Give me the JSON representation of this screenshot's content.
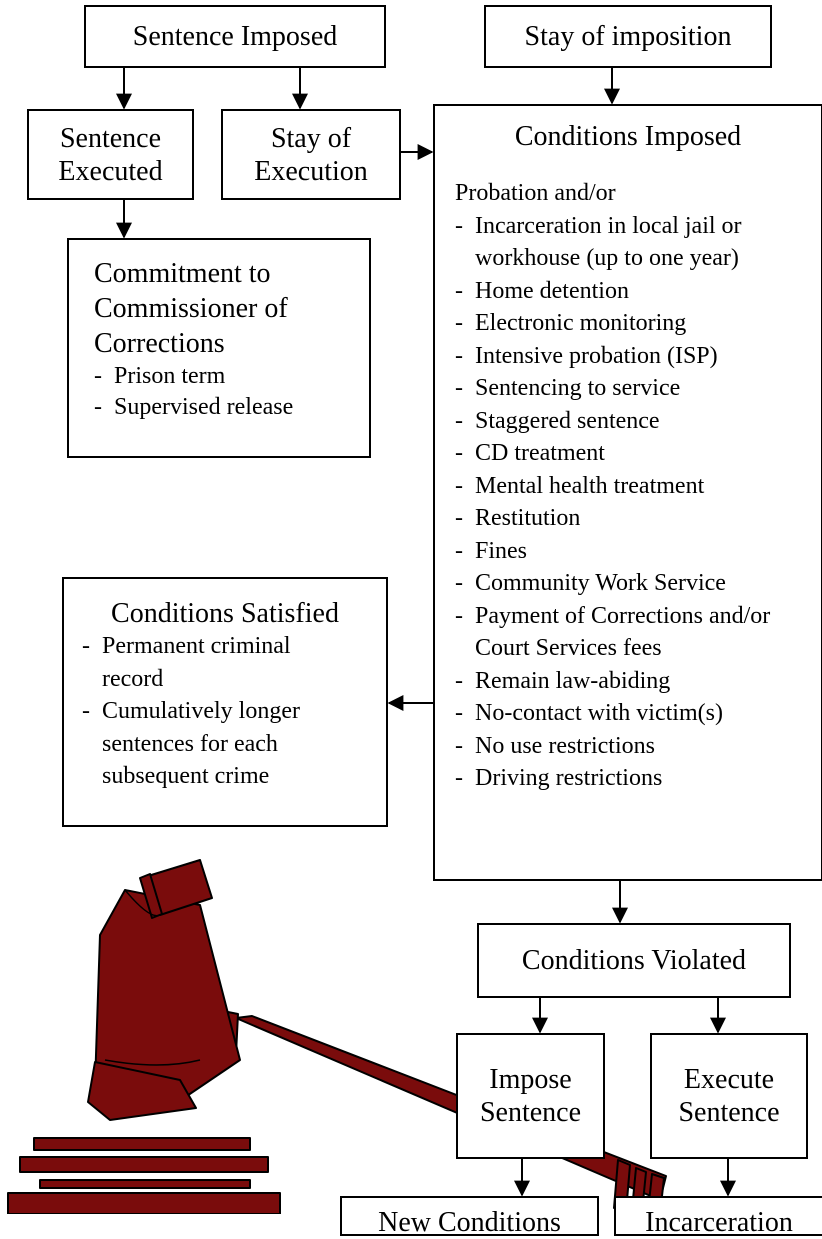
{
  "nodes": {
    "sentence_imposed": "Sentence Imposed",
    "stay_of_imposition": "Stay of imposition",
    "sentence_executed": [
      "Sentence",
      "Executed"
    ],
    "stay_of_execution": [
      "Stay of",
      "Execution"
    ],
    "commitment": {
      "title": [
        "Commitment to",
        "Commissioner of",
        "Corrections"
      ],
      "items": [
        "Prison term",
        "Supervised release"
      ]
    },
    "conditions_imposed": {
      "title": "Conditions Imposed",
      "intro": "Probation and/or",
      "items": [
        "Incarceration in local jail or workhouse (up to one year)",
        "Home detention",
        "Electronic monitoring",
        "Intensive probation (ISP)",
        "Sentencing to service",
        "Staggered sentence",
        "CD treatment",
        "Mental health treatment",
        "Restitution",
        "Fines",
        "Community Work Service",
        "Payment of Corrections and/or Court Services fees",
        "Remain law-abiding",
        "No-contact with victim(s)",
        "No use restrictions",
        "Driving restrictions"
      ]
    },
    "conditions_satisfied": {
      "title": "Conditions Satisfied",
      "items": [
        "Permanent criminal record",
        "Cumulatively longer sentences for each subsequent crime"
      ]
    },
    "conditions_violated": "Conditions Violated",
    "impose_sentence": [
      "Impose",
      "Sentence"
    ],
    "execute_sentence": [
      "Execute",
      "Sentence"
    ],
    "new_conditions": "New Conditions",
    "incarceration": "Incarceration"
  },
  "colors": {
    "gavel": "#7a0c0c",
    "outline": "#000000"
  },
  "illustration": "gavel-icon"
}
